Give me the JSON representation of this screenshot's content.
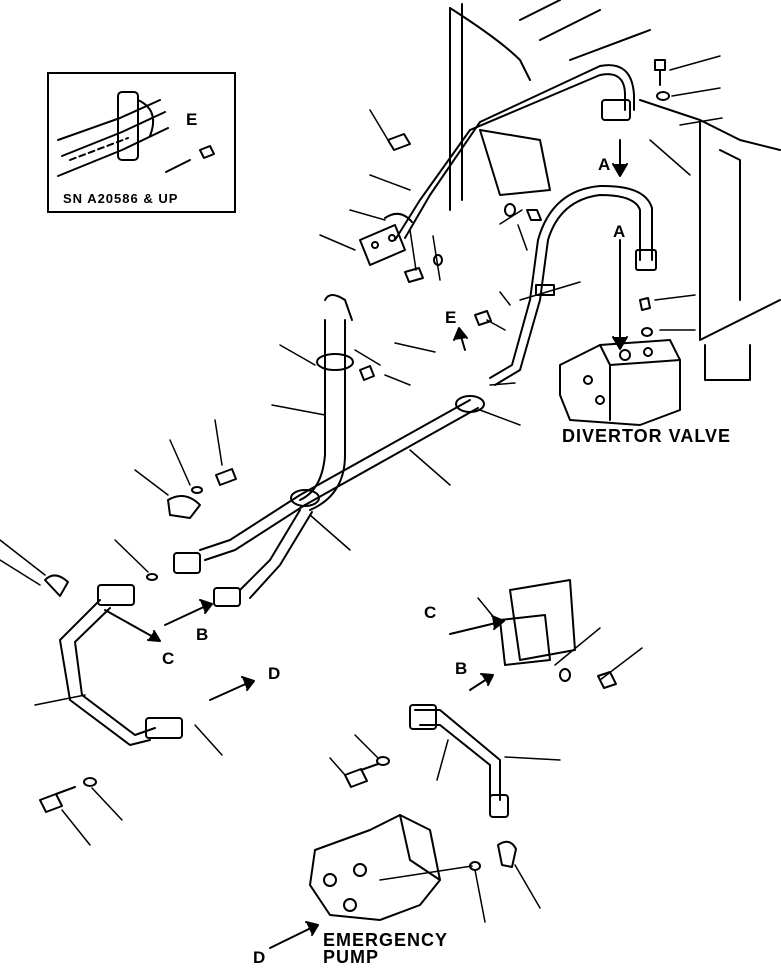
{
  "labels": {
    "divertor_valve": "DIVERTOR VALVE",
    "emergency_pump_line1": "EMERGENCY",
    "emergency_pump_line2": "PUMP",
    "inset_serial": "SN  A20586 & UP",
    "inset_ref": "E"
  },
  "callouts": {
    "a_upper": "A",
    "a_lower": "A",
    "b_left": "B",
    "b_right": "B",
    "c_left": "C",
    "c_right": "C",
    "d_left": "D",
    "d_bottom": "D",
    "e_main": "E"
  }
}
